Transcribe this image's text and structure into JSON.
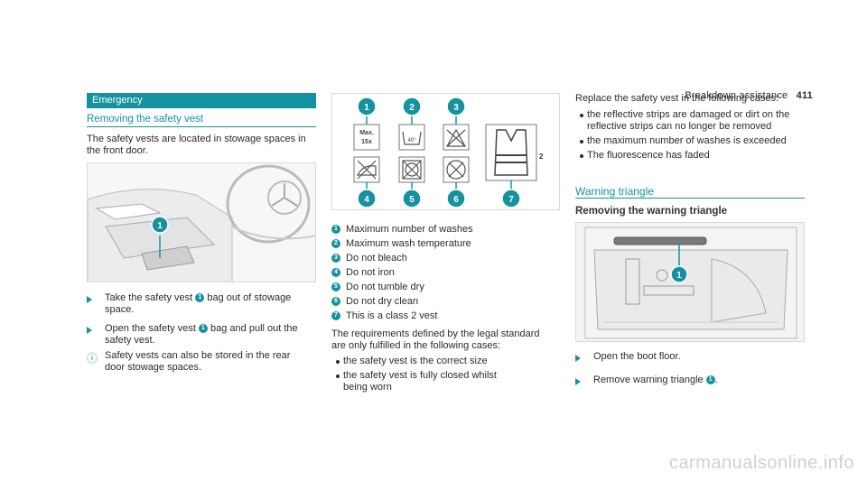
{
  "header": {
    "title": "Breakdown assistance",
    "page": "411"
  },
  "left": {
    "section_label": "Emergency",
    "subheading": "Removing the safety vest",
    "intro": "The safety vests are located in stowage spaces in the front door.",
    "steps": [
      {
        "pre": "Take the safety vest",
        "badge": "1",
        "post": "bag out of stowage space."
      },
      {
        "pre": "Open the safety vest",
        "badge": "1",
        "post": "bag and pull out the safety vest."
      }
    ],
    "info": "Safety vests can also be stored in the rear door stowage spaces.",
    "callout": "1"
  },
  "middle": {
    "symbols": {
      "top": [
        "1",
        "2",
        "3"
      ],
      "bottom": [
        "4",
        "5",
        "6"
      ],
      "vest": "7",
      "max_text": "Max.",
      "max_count": "15x",
      "temp": "40°",
      "vest_class": "2"
    },
    "legend": [
      {
        "n": "1",
        "t": "Maximum number of washes"
      },
      {
        "n": "2",
        "t": "Maximum wash temperature"
      },
      {
        "n": "3",
        "t": "Do not bleach"
      },
      {
        "n": "4",
        "t": "Do not iron"
      },
      {
        "n": "5",
        "t": "Do not tumble dry"
      },
      {
        "n": "6",
        "t": "Do not dry clean"
      },
      {
        "n": "7",
        "t": "This is a class 2 vest"
      }
    ],
    "requirements_intro": "The requirements defined by the legal standard are only fulfilled in the following cases:",
    "requirements": [
      "the safety vest is the correct size",
      "the safety vest is fully closed whilst being worn"
    ]
  },
  "right": {
    "replace_intro": "Replace the safety vest in the following cases:",
    "replace_items": [
      "the reflective strips are damaged or dirt on the reflective strips can no longer be removed",
      "the maximum number of washes is exceeded",
      "The fluorescence has faded"
    ],
    "section_title": "Warning triangle",
    "subheading": "Removing the warning triangle",
    "steps": [
      {
        "pre": "Open the boot floor.",
        "badge": "",
        "post": ""
      },
      {
        "pre": "Remove warning triangle",
        "badge": "1",
        "post": "."
      }
    ],
    "callout": "1"
  },
  "footer": {
    "watermark": "carmanualsonline.info"
  },
  "colors": {
    "accent": "#1592a0",
    "text": "#2b2b2b"
  }
}
